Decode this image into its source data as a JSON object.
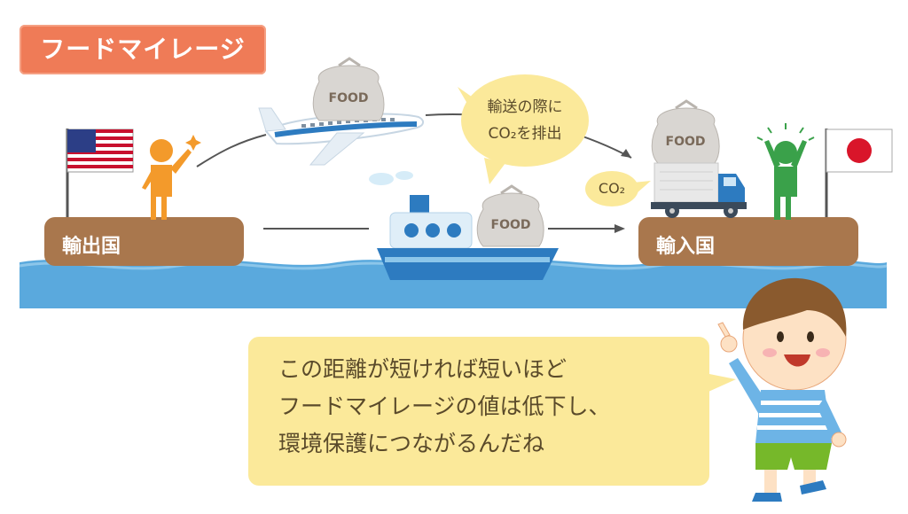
{
  "title": "フードマイレージ",
  "export_label": "輸出国",
  "import_label": "輸入国",
  "emission_bubble": [
    "輸送の際に",
    "CO₂を排出"
  ],
  "co2_bubble": "CO₂",
  "food_label": "FOOD",
  "speech_lines": [
    "この距離が短ければ短いほど",
    "フードマイレージの値は低下し、",
    "環境保護につながるんだね"
  ],
  "colors": {
    "title_bg": "#ef7b57",
    "land": "#a9774d",
    "sea": "#5aa9dd",
    "bubble": "#fbe99a",
    "exporter_person": "#f39a2b",
    "importer_person": "#3aa14a"
  }
}
